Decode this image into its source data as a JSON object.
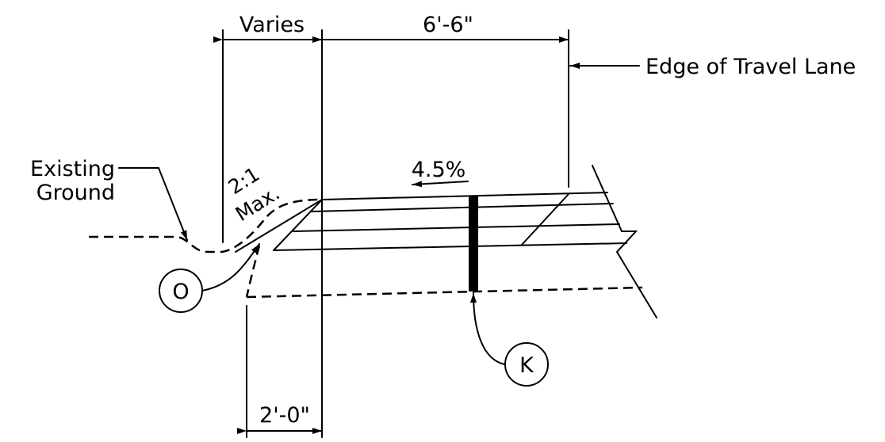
{
  "labels": {
    "varies": "Varies",
    "width_6_6": "6'-6\"",
    "edge_of_travel_lane": "Edge of Travel Lane",
    "existing_ground_1": "Existing",
    "existing_ground_2": "Ground",
    "slope_ratio": "2:1",
    "slope_max": "Max.",
    "cross_slope": "4.5%",
    "width_2_0": "2'-0\"",
    "callout_o": "O",
    "callout_k": "K"
  }
}
